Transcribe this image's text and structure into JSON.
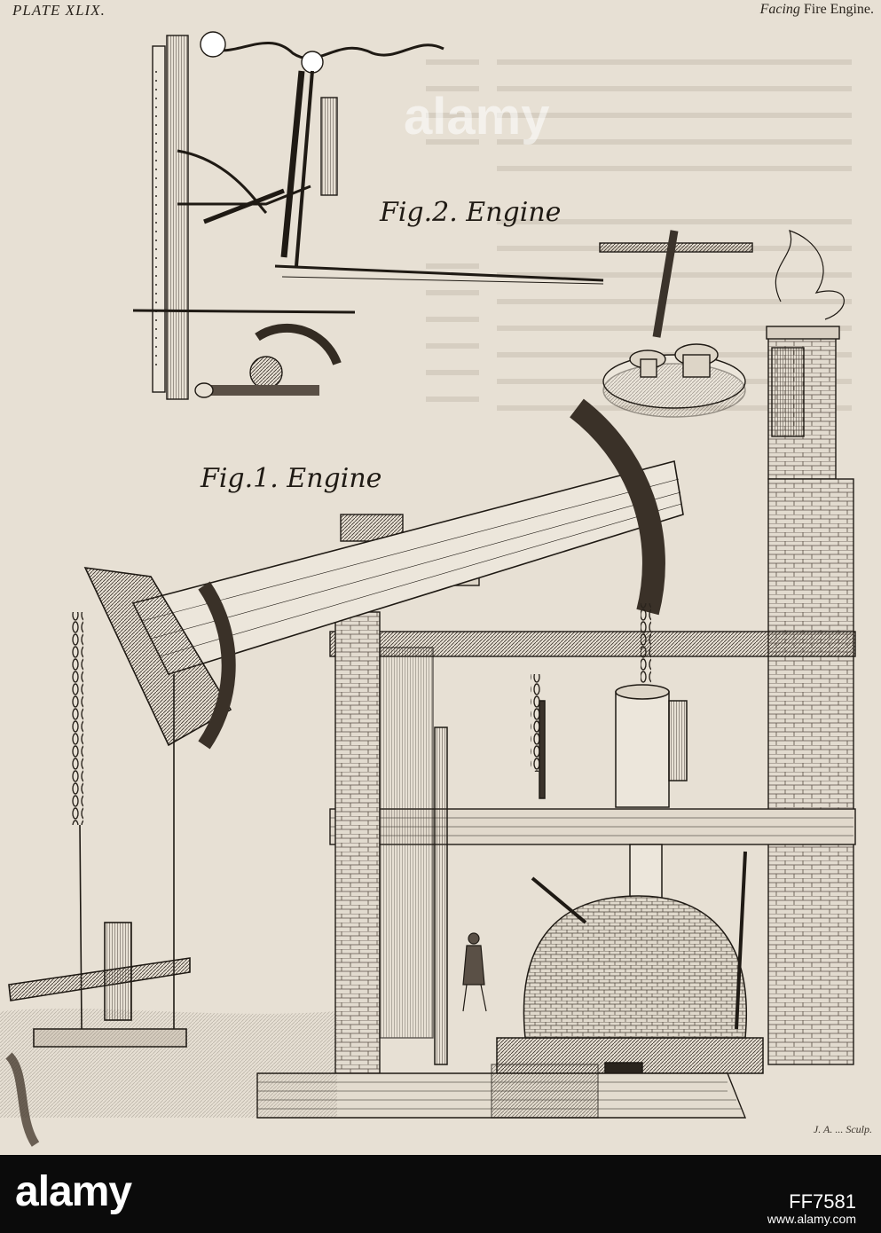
{
  "plate": {
    "number": "PLATE XLIX.",
    "facing_italic": "Facing",
    "facing_rest": " Fire Engine.",
    "fig2_caption": "Fig.2. Engine",
    "fig1_caption": "Fig.1. Engine",
    "engraver_credit": "J. A. ... Sculp."
  },
  "watermark": "alamy",
  "footer": {
    "brand": "alamy",
    "stock_id": "FF7581",
    "url": "www.alamy.com"
  },
  "colors": {
    "paper": "#e7e0d4",
    "ink": "#2a241d",
    "footer": "#0b0b0b"
  }
}
